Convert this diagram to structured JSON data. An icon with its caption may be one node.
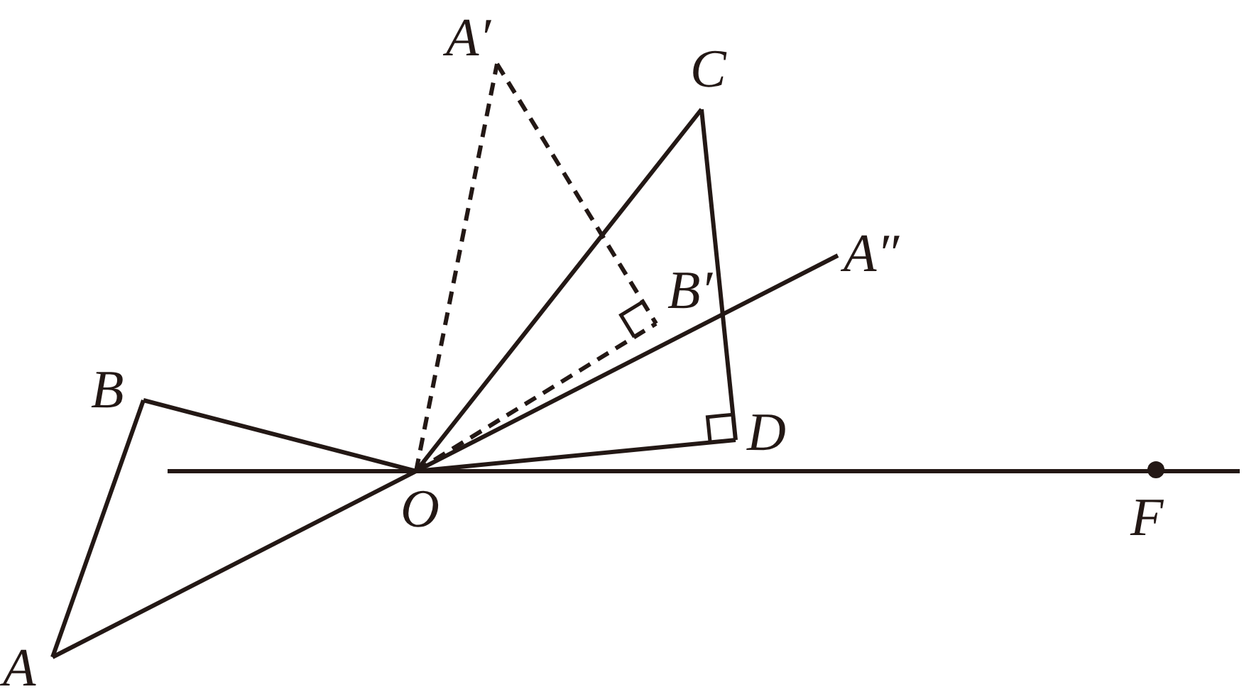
{
  "diagram": {
    "labels": [
      "A′",
      "C",
      "A″",
      "B′",
      "B",
      "D",
      "O",
      "F",
      "A"
    ]
  }
}
